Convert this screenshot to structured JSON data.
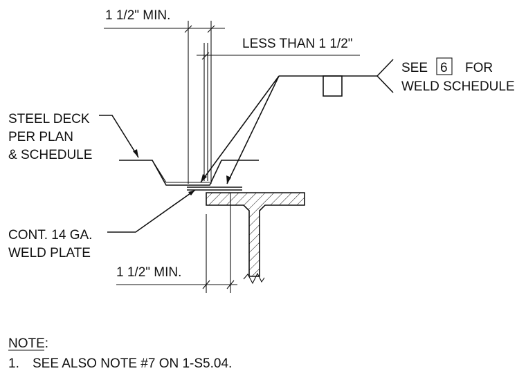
{
  "labels": {
    "dim_top": "1 1/2\" MIN.",
    "less_than": "LESS THAN 1 1/2\"",
    "see_prefix": "SEE",
    "see_ref": "6",
    "see_suffix": "FOR",
    "weld_schedule": "WELD SCHEDULE",
    "deck_line1": "STEEL DECK",
    "deck_line2": "PER PLAN",
    "deck_line3": "& SCHEDULE",
    "plate_line1": "CONT. 14 GA.",
    "plate_line2": "WELD PLATE",
    "dim_bottom": "1 1/2\" MIN."
  },
  "note": {
    "heading": "NOTE:",
    "item_number": "1.",
    "item_text": "SEE ALSO NOTE #7 ON 1-S5.04."
  },
  "colors": {
    "ink": "#111111",
    "paper": "#ffffff"
  }
}
